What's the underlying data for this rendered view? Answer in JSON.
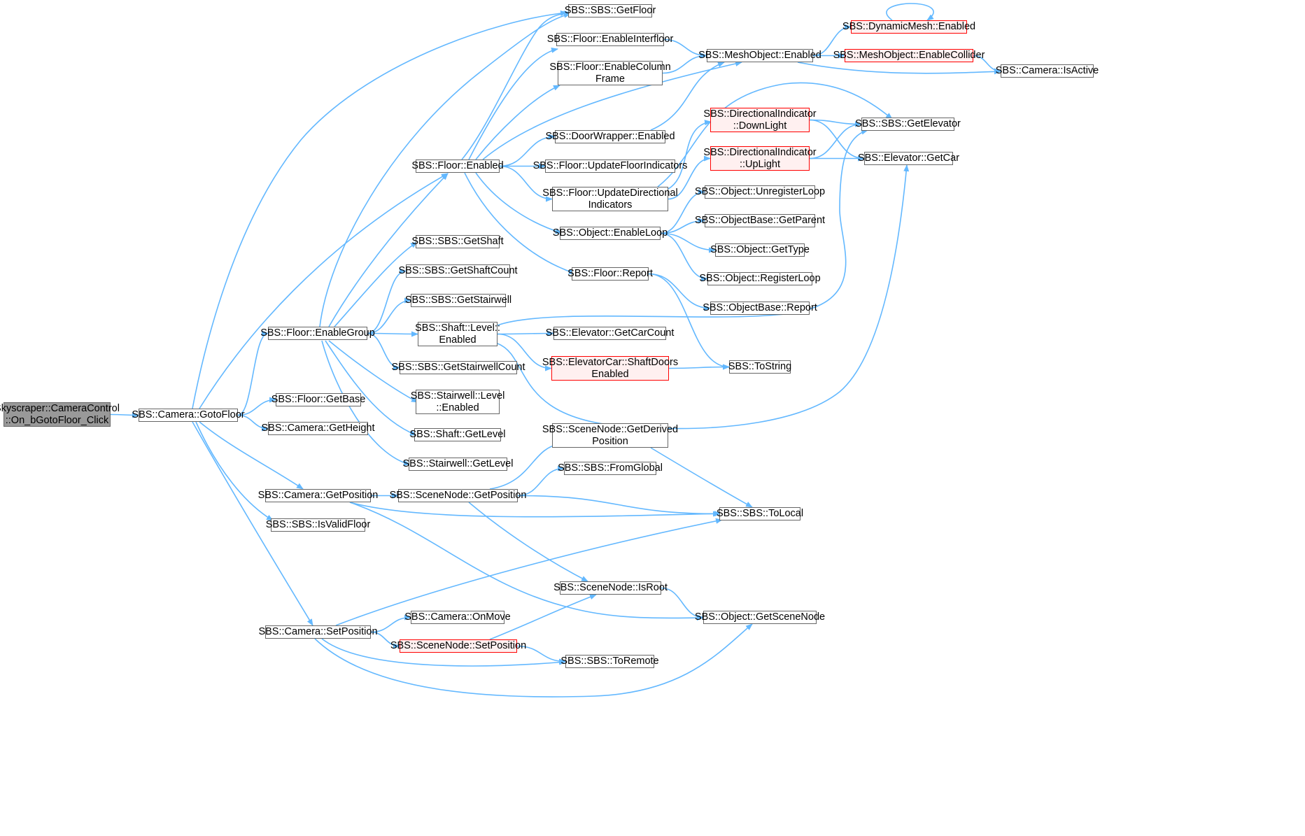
{
  "nodes": [
    {
      "id": "root",
      "label": "Skyscraper::CameraControl\n::On_bGotoFloor_Click",
      "style": "root"
    },
    {
      "id": "gotofloor",
      "label": "SBS::Camera::GotoFloor",
      "style": "normal"
    },
    {
      "id": "enablegroup",
      "label": "SBS::Floor::EnableGroup",
      "style": "normal"
    },
    {
      "id": "getbase",
      "label": "SBS::Floor::GetBase",
      "style": "normal"
    },
    {
      "id": "getheight",
      "label": "SBS::Camera::GetHeight",
      "style": "normal"
    },
    {
      "id": "cam_getposition",
      "label": "SBS::Camera::GetPosition",
      "style": "normal"
    },
    {
      "id": "isvalidfloor",
      "label": "SBS::SBS::IsValidFloor",
      "style": "normal"
    },
    {
      "id": "cam_setposition",
      "label": "SBS::Camera::SetPosition",
      "style": "normal"
    },
    {
      "id": "floor_enabled",
      "label": "SBS::Floor::Enabled",
      "style": "normal"
    },
    {
      "id": "getshaft",
      "label": "SBS::SBS::GetShaft",
      "style": "normal"
    },
    {
      "id": "getshaftcount",
      "label": "SBS::SBS::GetShaftCount",
      "style": "normal"
    },
    {
      "id": "getstairwell",
      "label": "SBS::SBS::GetStairwell",
      "style": "normal"
    },
    {
      "id": "shaftlevel_enabled",
      "label": "SBS::Shaft::Level::\nEnabled",
      "style": "normal"
    },
    {
      "id": "getstairwellcount",
      "label": "SBS::SBS::GetStairwellCount",
      "style": "normal"
    },
    {
      "id": "stairlevel_enabled",
      "label": "SBS::Stairwell::Level\n::Enabled",
      "style": "normal"
    },
    {
      "id": "shaft_getlevel",
      "label": "SBS::Shaft::GetLevel",
      "style": "normal"
    },
    {
      "id": "stair_getlevel",
      "label": "SBS::Stairwell::GetLevel",
      "style": "normal"
    },
    {
      "id": "sn_getposition",
      "label": "SBS::SceneNode::GetPosition",
      "style": "normal"
    },
    {
      "id": "cam_onmove",
      "label": "SBS::Camera::OnMove",
      "style": "normal"
    },
    {
      "id": "sn_setposition",
      "label": "SBS::SceneNode::SetPosition",
      "style": "red"
    },
    {
      "id": "getfloor",
      "label": "SBS::SBS::GetFloor",
      "style": "normal"
    },
    {
      "id": "enableinterfloor",
      "label": "SBS::Floor::EnableInterfloor",
      "style": "normal"
    },
    {
      "id": "enablecolumnframe",
      "label": "SBS::Floor::EnableColumn\nFrame",
      "style": "normal"
    },
    {
      "id": "doorwrapper_enabled",
      "label": "SBS::DoorWrapper::Enabled",
      "style": "normal"
    },
    {
      "id": "updatefloorindicators",
      "label": "SBS::Floor::UpdateFloorIndicators",
      "style": "normal"
    },
    {
      "id": "updatedirectional",
      "label": "SBS::Floor::UpdateDirectional\nIndicators",
      "style": "normal"
    },
    {
      "id": "obj_enableloop",
      "label": "SBS::Object::EnableLoop",
      "style": "normal"
    },
    {
      "id": "floor_report",
      "label": "SBS::Floor::Report",
      "style": "normal"
    },
    {
      "id": "elev_getcarcount",
      "label": "SBS::Elevator::GetCarCount",
      "style": "normal"
    },
    {
      "id": "elevcar_shaftdoors",
      "label": "SBS::ElevatorCar::ShaftDoors\nEnabled",
      "style": "red"
    },
    {
      "id": "sn_getderived",
      "label": "SBS::SceneNode::GetDerived\nPosition",
      "style": "normal"
    },
    {
      "id": "fromglobal",
      "label": "SBS::SBS::FromGlobal",
      "style": "normal"
    },
    {
      "id": "sn_isroot",
      "label": "SBS::SceneNode::IsRoot",
      "style": "normal"
    },
    {
      "id": "toremote",
      "label": "SBS::SBS::ToRemote",
      "style": "normal"
    },
    {
      "id": "meshobj_enabled",
      "label": "SBS::MeshObject::Enabled",
      "style": "normal"
    },
    {
      "id": "dirind_downlight",
      "label": "SBS::DirectionalIndicator\n::DownLight",
      "style": "red"
    },
    {
      "id": "dirind_uplight",
      "label": "SBS::DirectionalIndicator\n::UpLight",
      "style": "red"
    },
    {
      "id": "obj_unregisterloop",
      "label": "SBS::Object::UnregisterLoop",
      "style": "normal"
    },
    {
      "id": "objbase_getparent",
      "label": "SBS::ObjectBase::GetParent",
      "style": "normal"
    },
    {
      "id": "obj_gettype",
      "label": "SBS::Object::GetType",
      "style": "normal"
    },
    {
      "id": "obj_registerloop",
      "label": "SBS::Object::RegisterLoop",
      "style": "normal"
    },
    {
      "id": "objbase_report",
      "label": "SBS::ObjectBase::Report",
      "style": "normal"
    },
    {
      "id": "tostring",
      "label": "SBS::ToString",
      "style": "normal"
    },
    {
      "id": "tolocal",
      "label": "SBS::SBS::ToLocal",
      "style": "normal"
    },
    {
      "id": "obj_getscenenode",
      "label": "SBS::Object::GetSceneNode",
      "style": "normal"
    },
    {
      "id": "dynmesh_enabled",
      "label": "SBS::DynamicMesh::Enabled",
      "style": "red"
    },
    {
      "id": "meshobj_enablecollider",
      "label": "SBS::MeshObject::EnableCollider",
      "style": "red"
    },
    {
      "id": "getelevator",
      "label": "SBS::SBS::GetElevator",
      "style": "normal"
    },
    {
      "id": "elev_getcar",
      "label": "SBS::Elevator::GetCar",
      "style": "normal"
    },
    {
      "id": "cam_isactive",
      "label": "SBS::Camera::IsActive",
      "style": "normal"
    }
  ],
  "edges": [
    [
      "root",
      "gotofloor"
    ],
    [
      "gotofloor",
      "getfloor"
    ],
    [
      "gotofloor",
      "floor_enabled"
    ],
    [
      "gotofloor",
      "enablegroup"
    ],
    [
      "gotofloor",
      "getbase"
    ],
    [
      "gotofloor",
      "getheight"
    ],
    [
      "gotofloor",
      "cam_getposition"
    ],
    [
      "gotofloor",
      "isvalidfloor"
    ],
    [
      "gotofloor",
      "cam_setposition"
    ],
    [
      "enablegroup",
      "getfloor"
    ],
    [
      "enablegroup",
      "floor_enabled"
    ],
    [
      "enablegroup",
      "getshaft"
    ],
    [
      "enablegroup",
      "getshaftcount"
    ],
    [
      "enablegroup",
      "getstairwell"
    ],
    [
      "enablegroup",
      "shaftlevel_enabled"
    ],
    [
      "enablegroup",
      "getstairwellcount"
    ],
    [
      "enablegroup",
      "stairlevel_enabled"
    ],
    [
      "enablegroup",
      "shaft_getlevel"
    ],
    [
      "enablegroup",
      "stair_getlevel"
    ],
    [
      "floor_enabled",
      "getfloor"
    ],
    [
      "floor_enabled",
      "enableinterfloor"
    ],
    [
      "floor_enabled",
      "enablecolumnframe"
    ],
    [
      "floor_enabled",
      "meshobj_enabled"
    ],
    [
      "floor_enabled",
      "doorwrapper_enabled"
    ],
    [
      "floor_enabled",
      "updatefloorindicators"
    ],
    [
      "floor_enabled",
      "updatedirectional"
    ],
    [
      "floor_enabled",
      "obj_enableloop"
    ],
    [
      "floor_enabled",
      "floor_report"
    ],
    [
      "enableinterfloor",
      "meshobj_enabled"
    ],
    [
      "enablecolumnframe",
      "meshobj_enabled"
    ],
    [
      "doorwrapper_enabled",
      "meshobj_enabled"
    ],
    [
      "meshobj_enabled",
      "dynmesh_enabled"
    ],
    [
      "meshobj_enabled",
      "meshobj_enablecollider"
    ],
    [
      "meshobj_enabled",
      "cam_isactive"
    ],
    [
      "meshobj_enablecollider",
      "cam_isactive"
    ],
    [
      "dynmesh_enabled",
      "dynmesh_enabled"
    ],
    [
      "updatedirectional",
      "dirind_downlight"
    ],
    [
      "updatedirectional",
      "dirind_uplight"
    ],
    [
      "updatedirectional",
      "getelevator"
    ],
    [
      "dirind_downlight",
      "getelevator"
    ],
    [
      "dirind_downlight",
      "elev_getcar"
    ],
    [
      "dirind_uplight",
      "getelevator"
    ],
    [
      "dirind_uplight",
      "elev_getcar"
    ],
    [
      "obj_enableloop",
      "obj_unregisterloop"
    ],
    [
      "obj_enableloop",
      "objbase_getparent"
    ],
    [
      "obj_enableloop",
      "obj_gettype"
    ],
    [
      "obj_enableloop",
      "obj_registerloop"
    ],
    [
      "floor_report",
      "objbase_report"
    ],
    [
      "floor_report",
      "tostring"
    ],
    [
      "shaftlevel_enabled",
      "getelevator"
    ],
    [
      "shaftlevel_enabled",
      "elev_getcarcount"
    ],
    [
      "shaftlevel_enabled",
      "elevcar_shaftdoors"
    ],
    [
      "shaftlevel_enabled",
      "elev_getcar"
    ],
    [
      "elevcar_shaftdoors",
      "tostring"
    ],
    [
      "cam_getposition",
      "sn_getposition"
    ],
    [
      "cam_getposition",
      "tolocal"
    ],
    [
      "cam_getposition",
      "obj_getscenenode"
    ],
    [
      "sn_getposition",
      "sn_getderived"
    ],
    [
      "sn_getposition",
      "fromglobal"
    ],
    [
      "sn_getposition",
      "tolocal"
    ],
    [
      "sn_getposition",
      "sn_isroot"
    ],
    [
      "sn_getderived",
      "tolocal"
    ],
    [
      "sn_isroot",
      "obj_getscenenode"
    ],
    [
      "cam_setposition",
      "tolocal"
    ],
    [
      "cam_setposition",
      "cam_onmove"
    ],
    [
      "cam_setposition",
      "sn_setposition"
    ],
    [
      "cam_setposition",
      "toremote"
    ],
    [
      "cam_setposition",
      "obj_getscenenode"
    ],
    [
      "sn_setposition",
      "sn_isroot"
    ],
    [
      "sn_setposition",
      "toremote"
    ]
  ]
}
